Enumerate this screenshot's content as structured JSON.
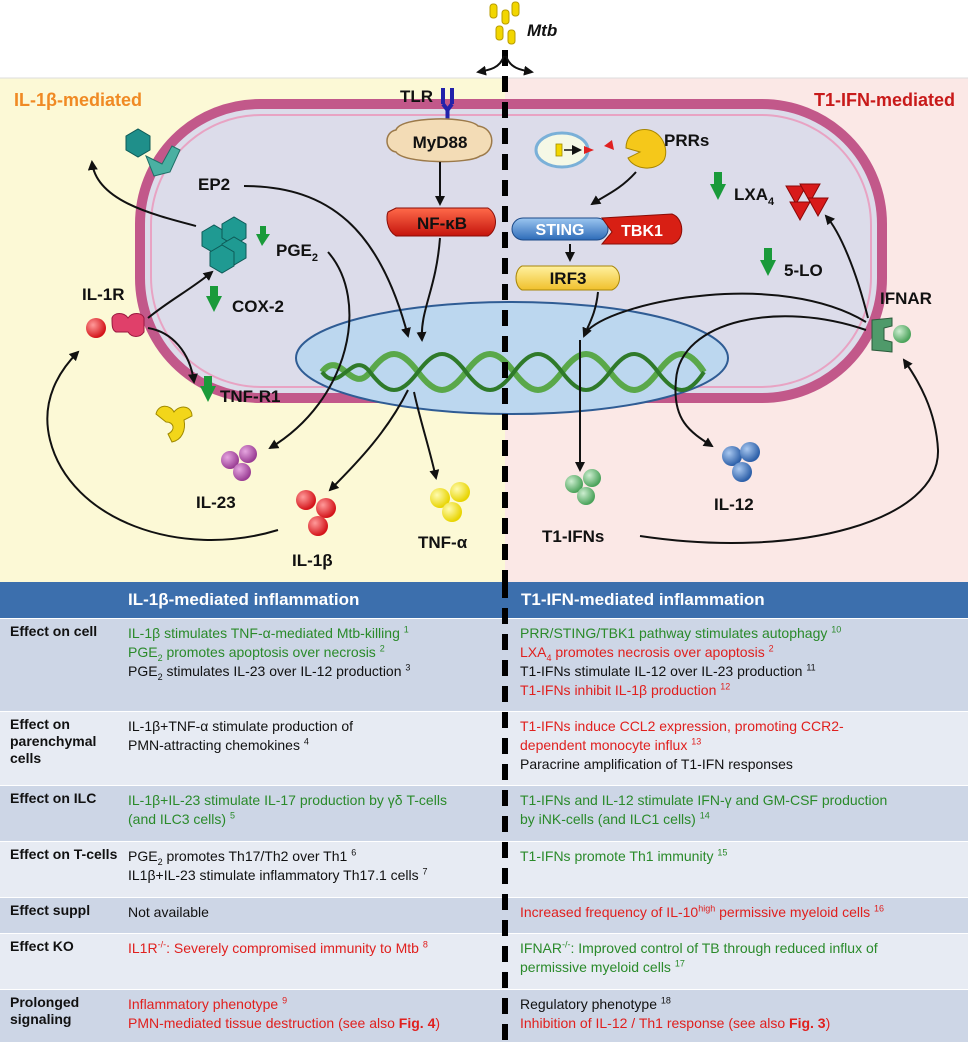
{
  "diagram": {
    "mtb_label": "Mtb",
    "left_title": "IL-1β-mediated",
    "right_title": "T1-IFN-mediated",
    "tlr": "TLR",
    "myd88": "MyD88",
    "nfkb": "NF-κB",
    "ep2": "EP2",
    "pge2_prefix": "PGE",
    "pge2_sub": "2",
    "cox2": "COX-2",
    "il1r": "IL-1R",
    "tnfr1": "TNF-R1",
    "il23": "IL-23",
    "il1b": "IL-1β",
    "tnfa": "TNF-α",
    "prrs": "PRRs",
    "sting": "STING",
    "tbk1": "TBK1",
    "irf3": "IRF3",
    "lxa4_prefix": "LXA",
    "lxa4_sub": "4",
    "five_lo": "5-LO",
    "ifnar": "IFNAR",
    "il12": "IL-12",
    "t1ifns": "T1-IFNs"
  },
  "table": {
    "header_left": "IL-1β-mediated inflammation",
    "header_right": "T1-IFN-mediated inflammation",
    "rows": [
      {
        "label": "Effect on cell",
        "left": [
          {
            "color": "g",
            "parts": [
              {
                "t": "IL-1β stimulates TNF-α-mediated Mtb-killing "
              },
              {
                "sup": "1"
              }
            ]
          },
          {
            "color": "g",
            "parts": [
              {
                "t": "PGE"
              },
              {
                "sub": "2"
              },
              {
                "t": " promotes apoptosis over necrosis "
              },
              {
                "sup": "2"
              }
            ]
          },
          {
            "color": "k",
            "parts": [
              {
                "t": "PGE"
              },
              {
                "sub": "2"
              },
              {
                "t": " stimulates IL-23 over IL-12 production "
              },
              {
                "sup": "3"
              }
            ]
          }
        ],
        "right": [
          {
            "color": "g",
            "parts": [
              {
                "t": "PRR/STING/TBK1 pathway stimulates autophagy "
              },
              {
                "sup": "10"
              }
            ]
          },
          {
            "color": "r",
            "parts": [
              {
                "t": "LXA"
              },
              {
                "sub": "4"
              },
              {
                "t": " promotes necrosis over apoptosis "
              },
              {
                "sup": "2"
              }
            ]
          },
          {
            "color": "k",
            "parts": [
              {
                "t": "T1-IFNs stimulate IL-12 over IL-23 production "
              },
              {
                "sup": "11"
              }
            ]
          },
          {
            "color": "r",
            "parts": [
              {
                "t": "T1-IFNs inhibit IL-1β production "
              },
              {
                "sup": "12"
              }
            ]
          }
        ]
      },
      {
        "label": "Effect on parenchymal cells",
        "left": [
          {
            "color": "k",
            "parts": [
              {
                "t": "IL-1β+TNF-α stimulate production of"
              }
            ]
          },
          {
            "color": "k",
            "parts": [
              {
                "t": "PMN-attracting chemokines "
              },
              {
                "sup": "4"
              }
            ]
          }
        ],
        "right": [
          {
            "color": "r",
            "parts": [
              {
                "t": "T1-IFNs induce CCL2 expression, promoting CCR2-"
              }
            ]
          },
          {
            "color": "r",
            "parts": [
              {
                "t": "dependent monocyte influx "
              },
              {
                "sup": "13"
              }
            ]
          },
          {
            "color": "k",
            "parts": [
              {
                "t": "Paracrine amplification of T1-IFN responses"
              }
            ]
          }
        ]
      },
      {
        "label": "Effect on ILC",
        "left": [
          {
            "color": "g",
            "parts": [
              {
                "t": "IL-1β+IL-23 stimulate IL-17 production by γδ T-cells"
              }
            ]
          },
          {
            "color": "g",
            "parts": [
              {
                "t": "(and ILC3 cells) "
              },
              {
                "sup": "5"
              }
            ]
          }
        ],
        "right": [
          {
            "color": "g",
            "parts": [
              {
                "t": "T1-IFNs and IL-12 stimulate IFN-γ and GM-CSF production"
              }
            ]
          },
          {
            "color": "g",
            "parts": [
              {
                "t": "by iNK-cells (and ILC1 cells) "
              },
              {
                "sup": "14"
              }
            ]
          }
        ]
      },
      {
        "label": "Effect on T-cells",
        "left": [
          {
            "color": "k",
            "parts": [
              {
                "t": "PGE"
              },
              {
                "sub": "2"
              },
              {
                "t": " promotes Th17/Th2 over Th1 "
              },
              {
                "sup": "6"
              }
            ]
          },
          {
            "color": "k",
            "parts": [
              {
                "t": "IL1β+IL-23 stimulate inflammatory Th17.1 cells "
              },
              {
                "sup": "7"
              }
            ]
          }
        ],
        "right": [
          {
            "color": "g",
            "parts": [
              {
                "t": "T1-IFNs promote Th1 immunity "
              },
              {
                "sup": "15"
              }
            ]
          }
        ]
      },
      {
        "label": "Effect suppl",
        "left": [
          {
            "color": "k",
            "parts": [
              {
                "t": "Not available"
              }
            ]
          }
        ],
        "right": [
          {
            "color": "r",
            "parts": [
              {
                "t": "Increased frequency of IL-10"
              },
              {
                "sup": "high"
              },
              {
                "t": " permissive myeloid cells "
              },
              {
                "sup": "16"
              }
            ]
          }
        ]
      },
      {
        "label": "Effect KO",
        "left": [
          {
            "color": "r",
            "parts": [
              {
                "t": "IL1R"
              },
              {
                "sup": "-/-"
              },
              {
                "t": ": Severely compromised immunity to Mtb "
              },
              {
                "sup": "8"
              }
            ]
          }
        ],
        "right": [
          {
            "color": "g",
            "parts": [
              {
                "t": "IFNAR"
              },
              {
                "sup": "-/-"
              },
              {
                "t": ": Improved control of TB through reduced influx of"
              }
            ]
          },
          {
            "color": "g",
            "parts": [
              {
                "t": "permissive myeloid cells "
              },
              {
                "sup": "17"
              }
            ]
          }
        ]
      },
      {
        "label": "Prolonged signaling",
        "left": [
          {
            "color": "r",
            "parts": [
              {
                "t": "Inflammatory phenotype "
              },
              {
                "sup": "9"
              }
            ]
          },
          {
            "color": "r",
            "parts": [
              {
                "t": "PMN-mediated tissue destruction (see also "
              },
              {
                "b": "Fig. 4"
              },
              {
                "t": ")"
              }
            ]
          }
        ],
        "right": [
          {
            "color": "k",
            "parts": [
              {
                "t": "Regulatory phenotype "
              },
              {
                "sup": "18"
              }
            ]
          },
          {
            "color": "r",
            "parts": [
              {
                "t": "Inhibition of IL-12 / Th1 response  (see also "
              },
              {
                "b": "Fig. 3"
              },
              {
                "t": ")"
              }
            ]
          }
        ]
      }
    ]
  }
}
